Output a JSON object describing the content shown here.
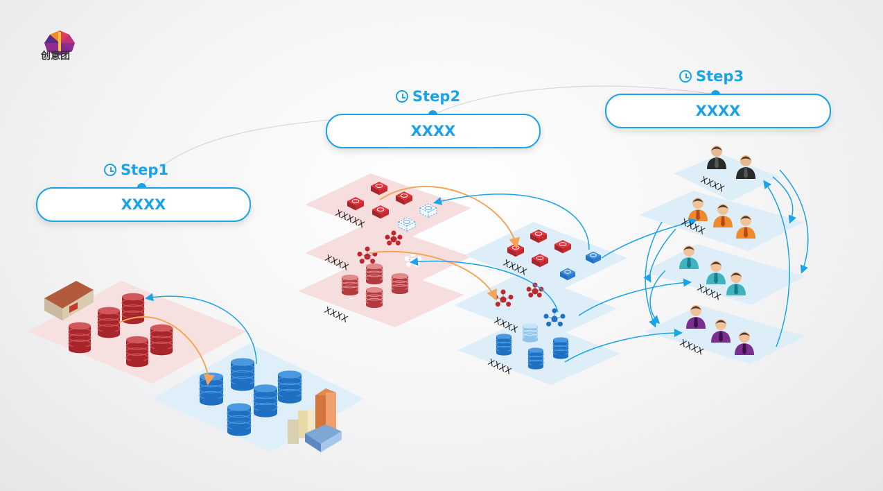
{
  "logo": {
    "text": "创意团"
  },
  "steps": [
    {
      "title": "Step1",
      "label": "XXXX"
    },
    {
      "title": "Step2",
      "label": "XXXX"
    },
    {
      "title": "Step3",
      "label": "XXXX"
    }
  ],
  "layer_labels": {
    "s2_top": "XXXXX",
    "s2_mid": "XXXX",
    "s2_bot": "XXXX",
    "mid_top": "XXXX",
    "mid_mid": "XXXX",
    "mid_bot": "XXXX",
    "r1": "XXXX",
    "r2": "XXXX",
    "r3": "XXXX",
    "r4": "XXXX"
  },
  "colors": {
    "accent": "#1aa3e6",
    "red_layer": "#f6dede",
    "blue_layer": "#ddeef9",
    "red_db": "#a8262b",
    "blue_db": "#1f6fc2",
    "orange_arrow": "#f5a55a"
  }
}
